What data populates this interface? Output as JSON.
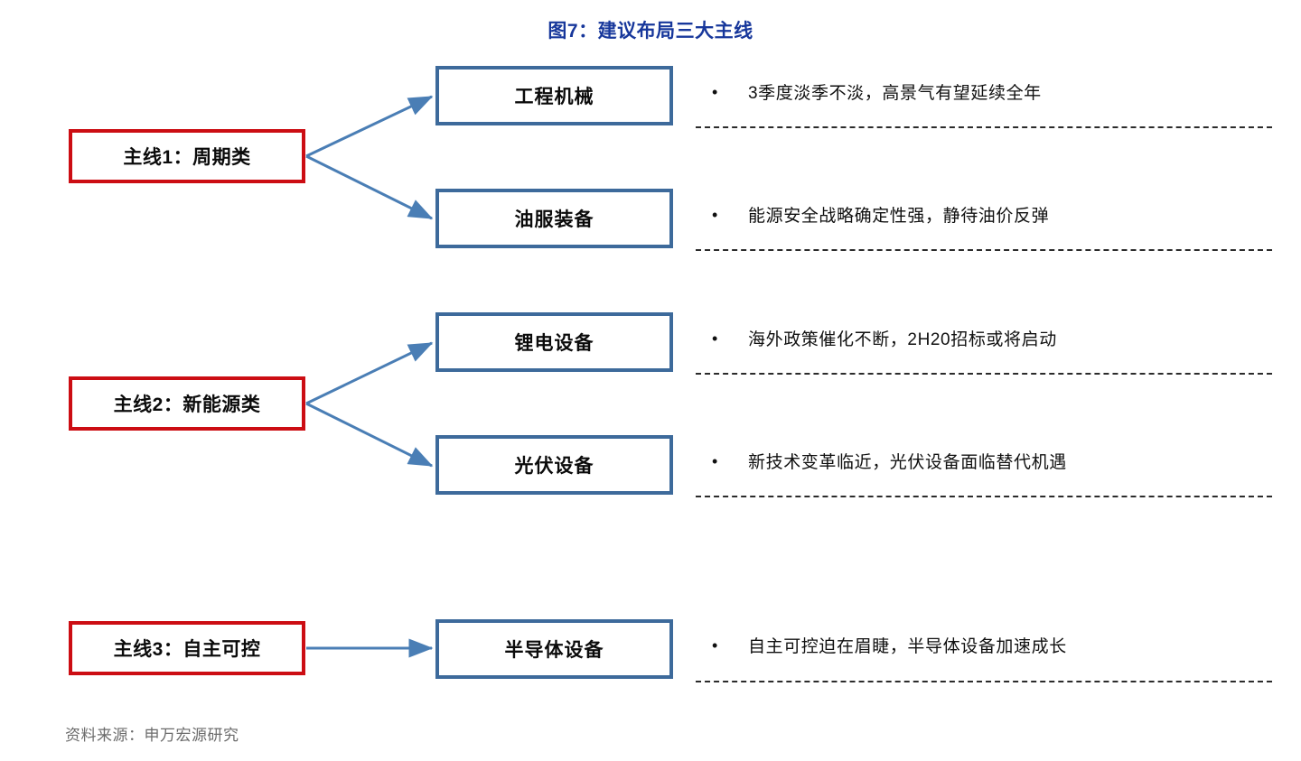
{
  "title": "图7：建议布局三大主线",
  "colors": {
    "title": "#17379B",
    "theme_border": "#CC0D13",
    "sector_border": "#3D6A9B",
    "arrow": "#4A7EB5",
    "divider": "#2b2b2b",
    "source_text": "#6b6b6b"
  },
  "themes": [
    {
      "id": "theme-1",
      "label": "主线1：周期类"
    },
    {
      "id": "theme-2",
      "label": "主线2：新能源类"
    },
    {
      "id": "theme-3",
      "label": "主线3：自主可控"
    }
  ],
  "sectors": [
    {
      "id": "sector-1",
      "label": "工程机械"
    },
    {
      "id": "sector-2",
      "label": "油服装备"
    },
    {
      "id": "sector-3",
      "label": "锂电设备"
    },
    {
      "id": "sector-4",
      "label": "光伏设备"
    },
    {
      "id": "sector-5",
      "label": "半导体设备"
    }
  ],
  "notes": [
    {
      "id": "note-1",
      "bullet": "•",
      "text": "3季度淡季不淡，高景气有望延续全年"
    },
    {
      "id": "note-2",
      "bullet": "•",
      "text": "能源安全战略确定性强，静待油价反弹"
    },
    {
      "id": "note-3",
      "bullet": "•",
      "text": "海外政策催化不断，2H20招标或将启动"
    },
    {
      "id": "note-4",
      "bullet": "•",
      "text": "新技术变革临近，光伏设备面临替代机遇"
    },
    {
      "id": "note-5",
      "bullet": "•",
      "text": "自主可控迫在眉睫，半导体设备加速成长"
    }
  ],
  "source": "资料来源：申万宏源研究"
}
